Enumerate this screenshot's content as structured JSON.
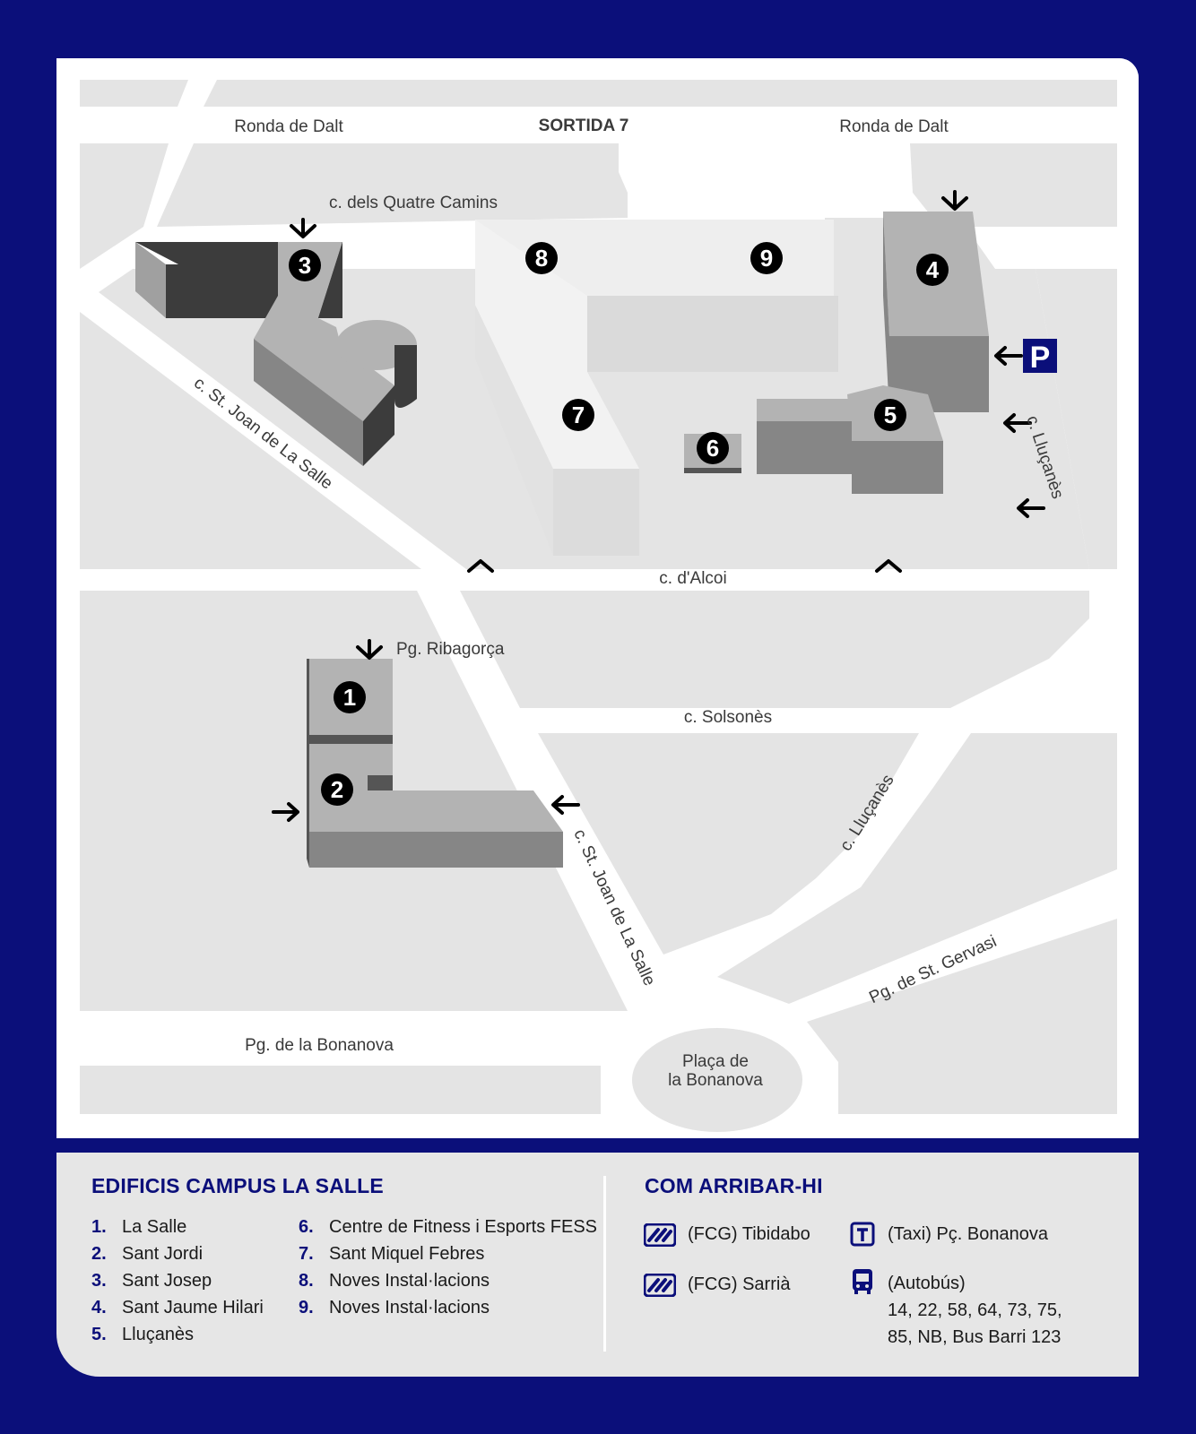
{
  "map": {
    "streets": {
      "ronda_left": "Ronda de Dalt",
      "sortida": "SORTIDA 7",
      "ronda_right": "Ronda de Dalt",
      "quatre_camins": "c. dels Quatre Camins",
      "st_joan_upper": "c. St. Joan de La Salle",
      "st_joan_lower": "c. St. Joan de La Salle",
      "alcoi": "c. d'Alcoi",
      "llucanes_right": "c. Lluçanès",
      "llucanes_lower": "c. Lluçanès",
      "ribagorca": "Pg. Ribagorça",
      "solsones": "c. Solsonès",
      "bonanova": "Pg. de la Bonanova",
      "st_gervasi": "Pg. de St. Gervasi",
      "placa_line1": "Plaça de",
      "placa_line2": "la Bonanova"
    },
    "parking_label": "P",
    "building_numbers": [
      "1",
      "2",
      "3",
      "4",
      "5",
      "6",
      "7",
      "8",
      "9"
    ],
    "colors": {
      "background_frame": "#0b0f7a",
      "block": "#e4e4e4",
      "street": "#ffffff",
      "building_light": "#b3b3b3",
      "building_mid": "#868686",
      "building_dark": "#3c3c3c",
      "new_building": "#eeeeee",
      "marker": "#000000"
    }
  },
  "legend": {
    "buildings_title": "EDIFICIS CAMPUS LA SALLE",
    "buildings_col1": [
      {
        "num": "1.",
        "name": "La Salle"
      },
      {
        "num": "2.",
        "name": "Sant Jordi"
      },
      {
        "num": "3.",
        "name": "Sant Josep"
      },
      {
        "num": "4.",
        "name": "Sant Jaume Hilari"
      },
      {
        "num": "5.",
        "name": "Lluçanès"
      }
    ],
    "buildings_col2": [
      {
        "num": "6.",
        "name": "Centre de Fitness i Esports FESS"
      },
      {
        "num": "7.",
        "name": "Sant Miquel Febres"
      },
      {
        "num": "8.",
        "name": "Noves Instal·lacions"
      },
      {
        "num": "9.",
        "name": "Noves Instal·lacions"
      }
    ],
    "access_title": "COM ARRIBAR-HI",
    "access": {
      "fgc_tibidabo": "(FCG) Tibidabo",
      "fgc_sarria": "(FCG) Sarrià",
      "taxi": "(Taxi) Pç. Bonanova",
      "bus_title": "(Autobús)",
      "bus_lines_1": "14, 22, 58, 64, 73, 75,",
      "bus_lines_2": "85, NB, Bus Barri 123"
    },
    "icons": [
      "fgc-icon",
      "fgc-icon",
      "taxi-icon",
      "bus-icon"
    ]
  }
}
